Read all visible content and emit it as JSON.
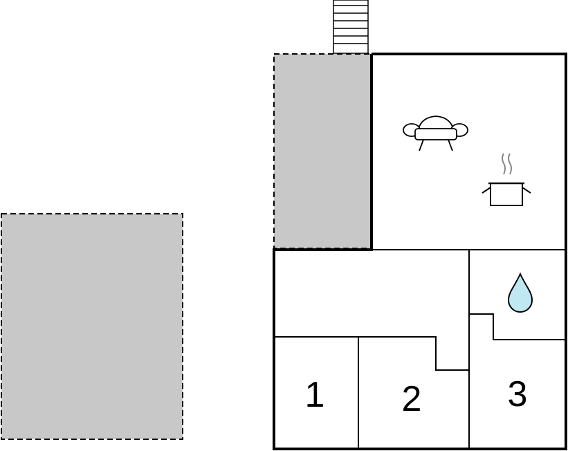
{
  "floorplan": {
    "rooms": [
      {
        "id": "bedroom-1",
        "label": "1"
      },
      {
        "id": "bedroom-2",
        "label": "2"
      },
      {
        "id": "bedroom-3",
        "label": "3"
      }
    ],
    "icons": {
      "living": "sofa-icon",
      "kitchen": "cooking-pot-icon",
      "bathroom": "water-drop-icon",
      "entrance": "stairs-icon"
    },
    "colors": {
      "wall": "#000000",
      "terrace": "#c8c8c8",
      "water": "#bfe8f2",
      "steam": "#888888"
    }
  }
}
